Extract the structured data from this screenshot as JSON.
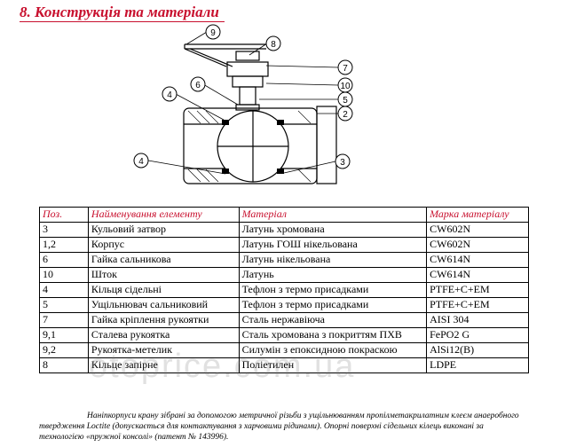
{
  "title": "8. Конструкція та матеріали",
  "callouts": [
    "9",
    "8",
    "7",
    "10",
    "5",
    "2",
    "6",
    "4",
    "3",
    "4"
  ],
  "table": {
    "headers": [
      "Поз.",
      "Найменування елементу",
      "Матеріал",
      "Марка матеріалу"
    ],
    "rows": [
      [
        "3",
        "Кульовий затвор",
        "Латунь хромована",
        "CW602N"
      ],
      [
        "1,2",
        "Корпус",
        "Латунь ГОШ нікельована",
        "CW602N"
      ],
      [
        "6",
        "Гайка  сальникова",
        "Латунь нікельована",
        "CW614N"
      ],
      [
        "10",
        "Шток",
        "Латунь",
        "CW614N"
      ],
      [
        "4",
        "Кільця сідельні",
        "Тефлон  з термо присадками",
        "PTFE+C+EM"
      ],
      [
        "5",
        "Ущільнювач сальниковий",
        "Тефлон  з термо присадками",
        "PTFE+C+EM"
      ],
      [
        "7",
        "Гайка кріплення рукоятки",
        "Сталь нержавіюча",
        "AISI 304"
      ],
      [
        "9,1",
        "Сталева рукоятка",
        "Сталь  хромована з покриттям ПХВ",
        "FePO2 G"
      ],
      [
        "9,2",
        "Рукоятка-метелик",
        "Силумін  з епоксидною покраскою",
        "AlSi12(B)"
      ],
      [
        "8",
        "Кільце запірне",
        "Поліетилен",
        "LDPE"
      ]
    ]
  },
  "notes": "Наніпкорпуси крану зібрані за допомогою метричної різьби з ущільнюванням пропілметакрилатним клеєм анаеробного твердження Loctite  (допускається для контактування з харчовими рідинами). Опорні поверхні сідельних кілець виконані за технологією «пружної консолі» (патент № 143996).",
  "watermark": "otoprice.com.ua"
}
